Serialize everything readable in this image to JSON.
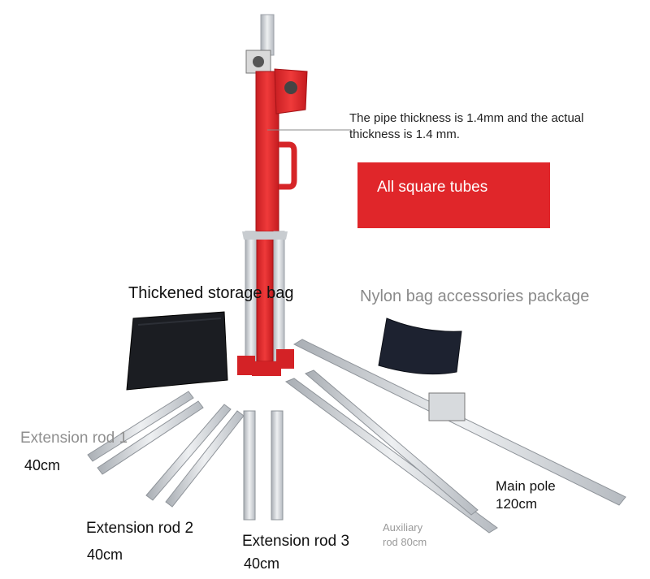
{
  "labels": {
    "pipe_note": "The pipe thickness is 1.4mm and the actual thickness is 1.4 mm.",
    "square_tubes": "All square tubes",
    "storage_bag": "Thickened storage bag",
    "nylon_bag": "Nylon bag accessories package",
    "ext_rod_1": "Extension rod 1",
    "ext_rod_1_len": "40cm",
    "ext_rod_2": "Extension rod 2",
    "ext_rod_2_len": "40cm",
    "ext_rod_3": "Extension rod 3",
    "ext_rod_3_len": "40cm",
    "aux_rod_line1": "Auxiliary",
    "aux_rod_line2": "rod 80cm",
    "main_pole_line1": "Main pole",
    "main_pole_line2": "120cm"
  },
  "colors": {
    "red": "#e0262a",
    "silver": "#cfd3d8",
    "bag": "#1b1d22"
  }
}
